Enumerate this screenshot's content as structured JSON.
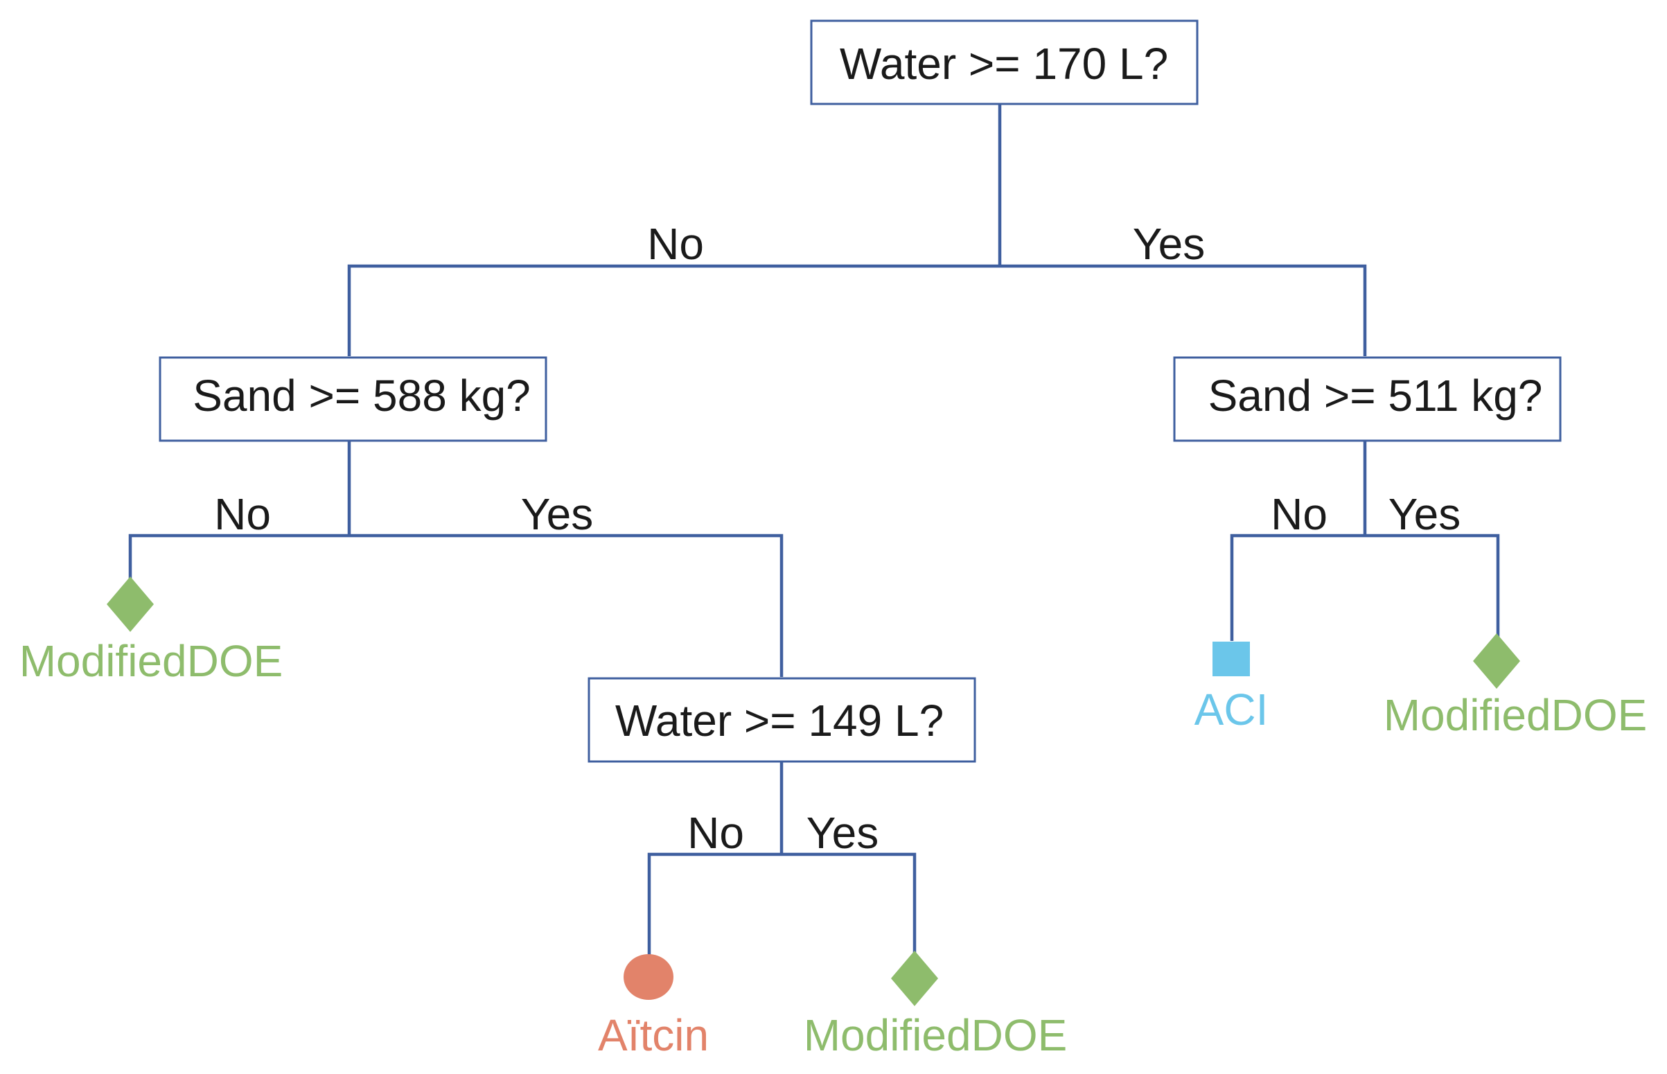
{
  "diagram": {
    "colors": {
      "edge": "#3f5f9f",
      "box_border": "#3f5f9f",
      "text": "#1a1a1a",
      "modified_doe": "#8ebc6c",
      "aci": "#6bc6ea",
      "aitcin": "#e2836a"
    },
    "nodes": {
      "root": {
        "label": "Water >= 170 L?"
      },
      "left": {
        "label": "Sand >= 588 kg?"
      },
      "right": {
        "label": "Sand >= 511 kg?"
      },
      "left_yes": {
        "label": "Water >= 149 L?"
      }
    },
    "edges": {
      "root_no": "No",
      "root_yes": "Yes",
      "left_no": "No",
      "left_yes": "Yes",
      "right_no": "No",
      "right_yes": "Yes",
      "left_yes_no": "No",
      "left_yes_yes": "Yes"
    },
    "leaves": {
      "left_no": {
        "label": "ModifiedDOE",
        "shape": "diamond-icon"
      },
      "right_no": {
        "label": "ACI",
        "shape": "square-icon"
      },
      "right_yes": {
        "label": "ModifiedDOE",
        "shape": "diamond-icon"
      },
      "left_yes_no": {
        "label": "Aïtcin",
        "shape": "circle-icon"
      },
      "left_yes_yes": {
        "label": "ModifiedDOE",
        "shape": "diamond-icon"
      }
    }
  }
}
